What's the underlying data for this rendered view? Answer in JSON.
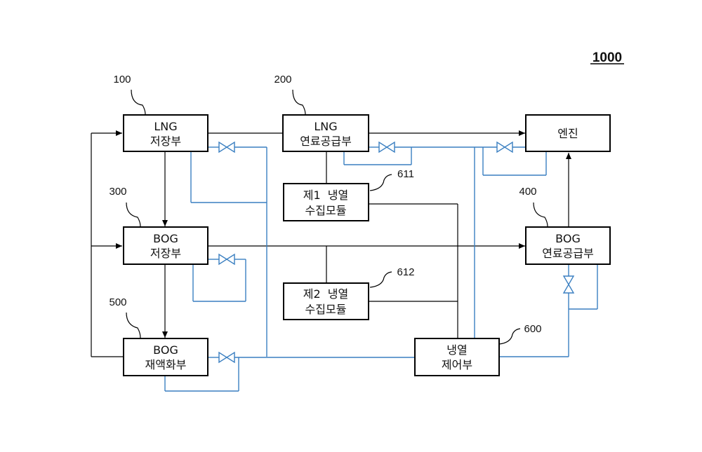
{
  "figure_number": "1000",
  "blocks": {
    "lng_storage": {
      "line1": "LNG",
      "line2": "저장부",
      "ref": "100"
    },
    "lng_fuel_supply": {
      "line1": "LNG",
      "line2": "연료공급부",
      "ref": "200"
    },
    "engine": {
      "label": "엔진"
    },
    "bog_storage": {
      "line1": "BOG",
      "line2": "저장부",
      "ref": "300"
    },
    "bog_fuel_supply": {
      "line1": "BOG",
      "line2": "연료공급부",
      "ref": "400"
    },
    "bog_reliquefaction": {
      "line1": "BOG",
      "line2": "재액화부",
      "ref": "500"
    },
    "cold_control": {
      "line1": "냉열",
      "line2": "제어부",
      "ref": "600"
    },
    "cold_module_1": {
      "line1": "제1  냉열",
      "line2": "수집모듈",
      "ref": "611"
    },
    "cold_module_2": {
      "line1": "제2  냉열",
      "line2": "수집모듈",
      "ref": "612"
    }
  }
}
